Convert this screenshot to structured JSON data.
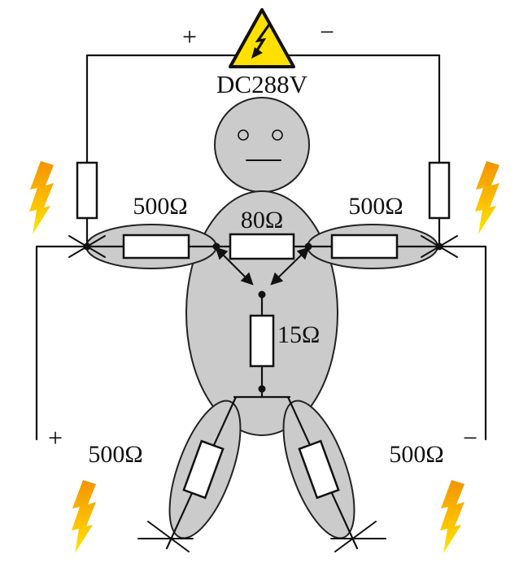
{
  "source": {
    "label": "DC288V",
    "plus": "+",
    "minus": "−"
  },
  "terminals": {
    "bottom_plus": "+",
    "bottom_minus": "−"
  },
  "resistors": {
    "left_arm": "500Ω",
    "chest": "80Ω",
    "right_arm": "500Ω",
    "trunk": "15Ω",
    "left_leg": "500Ω",
    "right_leg": "500Ω"
  },
  "icons": {
    "warning": "high-voltage-warning-triangle",
    "shock": "lightning-arrow"
  },
  "colors": {
    "body": "#cbcbcb",
    "warning": "#ffe000",
    "bolt_top": "#f29400",
    "bolt_mid": "#fcba00",
    "bolt_bottom": "#ffe600",
    "ink": "#111111"
  }
}
